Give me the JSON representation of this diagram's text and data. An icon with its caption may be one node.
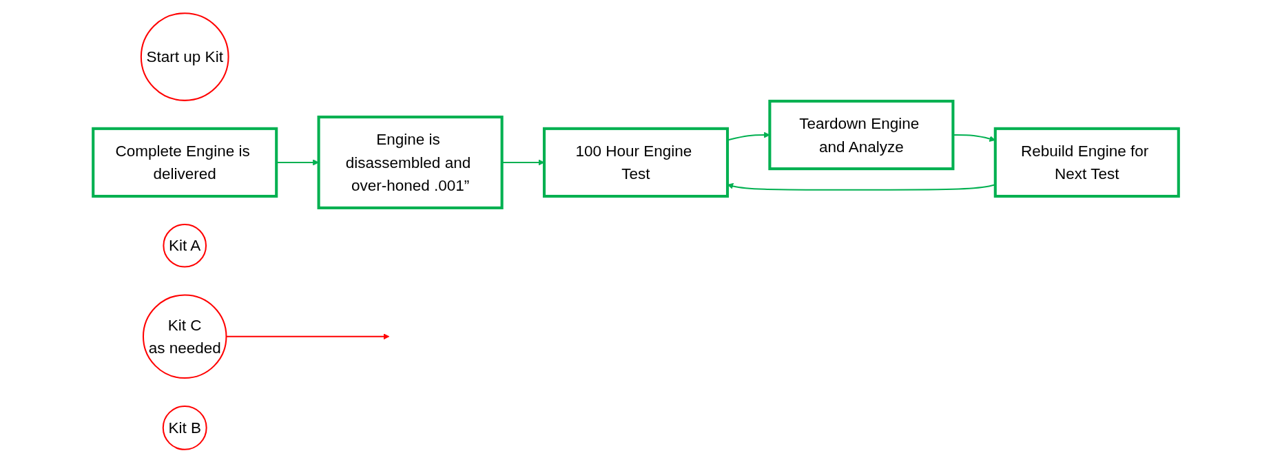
{
  "diagram": {
    "nodes": [
      {
        "text": [
          "Start up Kit"
        ]
      },
      {
        "text": [
          "Complete Engine is delivered"
        ]
      },
      {
        "text": [
          "Kit A"
        ]
      },
      {
        "text": [
          "Engine is disassembled and over-honed .001”"
        ]
      },
      {
        "text": [
          "100 Hour Engine Test"
        ]
      },
      {
        "text": [
          "Teardown Engine and Analyze"
        ]
      },
      {
        "text": [
          "Rebuild Engine for Next Test"
        ]
      },
      {
        "text": [
          "Kit C",
          "as needed"
        ]
      },
      {
        "text": [
          "Kit B"
        ]
      }
    ],
    "edges": [
      {
        "from": 1,
        "to": 3,
        "arrow": "to"
      },
      {
        "from": 3,
        "to": 4,
        "arrow": "to"
      },
      {
        "from": 4,
        "to": 5,
        "arrow": "to"
      },
      {
        "from": 5,
        "to": 6,
        "arrow": "to"
      },
      {
        "from": 6,
        "to": 4,
        "arrow": "to"
      },
      {
        "from": 7,
        "to": null,
        "arrow": "to",
        "color": "#ff0000"
      }
    ]
  }
}
